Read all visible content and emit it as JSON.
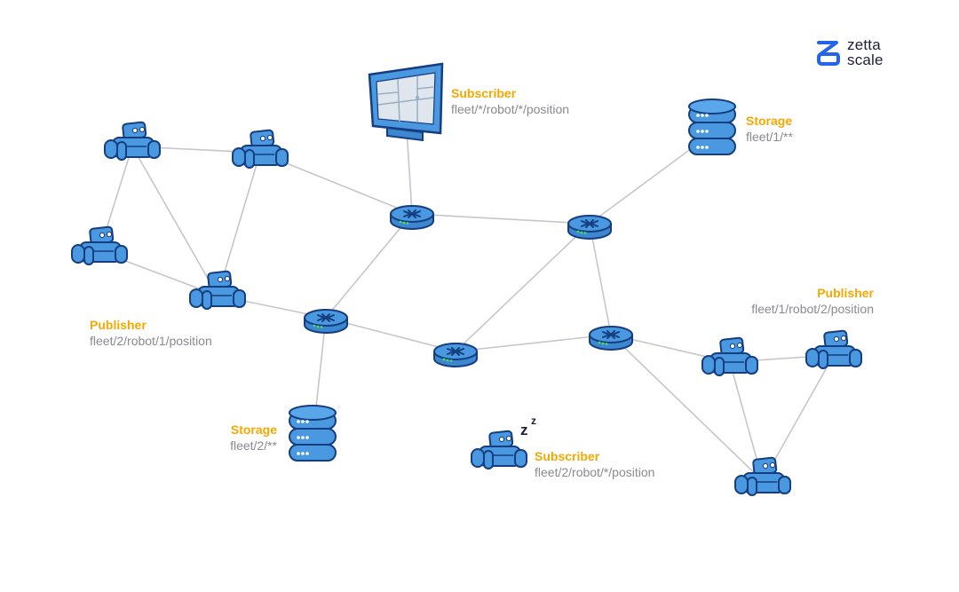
{
  "logo": {
    "line1": "zetta",
    "line2": "scale",
    "color": "#2563eb"
  },
  "colors": {
    "device_blue": "#4a98e0",
    "device_dark": "#153e80",
    "edge": "#c6c6cc",
    "role_label": "#f5a800",
    "topic_label": "#8a8a90",
    "router_led": "#4cd964"
  },
  "labels": [
    {
      "id": "subscriber-monitor",
      "role": "Subscriber",
      "topic": "fleet/*/robot/*/position"
    },
    {
      "id": "storage-fleet1",
      "role": "Storage",
      "topic": "fleet/1/**"
    },
    {
      "id": "publisher-fleet2",
      "role": "Publisher",
      "topic": "fleet/2/robot/1/position"
    },
    {
      "id": "publisher-fleet1",
      "role": "Publisher",
      "topic": "fleet/1/robot/2/position"
    },
    {
      "id": "storage-fleet2",
      "role": "Storage",
      "topic": "fleet/2/**"
    },
    {
      "id": "subscriber-sleeping",
      "role": "Subscriber",
      "topic": "fleet/2/robot/*/position"
    }
  ],
  "sleep_indicator": {
    "big": "z",
    "small": "z"
  },
  "nodes": [
    {
      "id": "robot-a",
      "kind": "robot"
    },
    {
      "id": "robot-b",
      "kind": "robot"
    },
    {
      "id": "robot-c",
      "kind": "robot"
    },
    {
      "id": "robot-d",
      "kind": "robot"
    },
    {
      "id": "robot-e",
      "kind": "robot"
    },
    {
      "id": "robot-f",
      "kind": "robot"
    },
    {
      "id": "robot-g",
      "kind": "robot"
    },
    {
      "id": "robot-h",
      "kind": "robot"
    },
    {
      "id": "monitor",
      "kind": "monitor"
    },
    {
      "id": "storage-top",
      "kind": "storage"
    },
    {
      "id": "storage-bottom",
      "kind": "storage"
    },
    {
      "id": "router-1",
      "kind": "router"
    },
    {
      "id": "router-2",
      "kind": "router"
    },
    {
      "id": "router-3",
      "kind": "router"
    },
    {
      "id": "router-4",
      "kind": "router"
    },
    {
      "id": "router-5",
      "kind": "router"
    }
  ],
  "edges": [
    [
      "robot-a",
      "robot-b"
    ],
    [
      "robot-a",
      "robot-c"
    ],
    [
      "robot-a",
      "robot-d"
    ],
    [
      "robot-b",
      "robot-d"
    ],
    [
      "robot-c",
      "robot-d"
    ],
    [
      "robot-b",
      "router-1"
    ],
    [
      "robot-d",
      "router-3"
    ],
    [
      "monitor",
      "router-1"
    ],
    [
      "router-1",
      "router-2"
    ],
    [
      "router-1",
      "router-3"
    ],
    [
      "router-2",
      "storage-top"
    ],
    [
      "router-2",
      "router-4"
    ],
    [
      "router-2",
      "router-5"
    ],
    [
      "router-3",
      "router-4"
    ],
    [
      "router-3",
      "storage-bottom"
    ],
    [
      "router-4",
      "router-5"
    ],
    [
      "router-5",
      "robot-f"
    ],
    [
      "router-5",
      "robot-h"
    ],
    [
      "robot-f",
      "robot-g"
    ],
    [
      "robot-f",
      "robot-h"
    ],
    [
      "robot-g",
      "robot-h"
    ]
  ]
}
